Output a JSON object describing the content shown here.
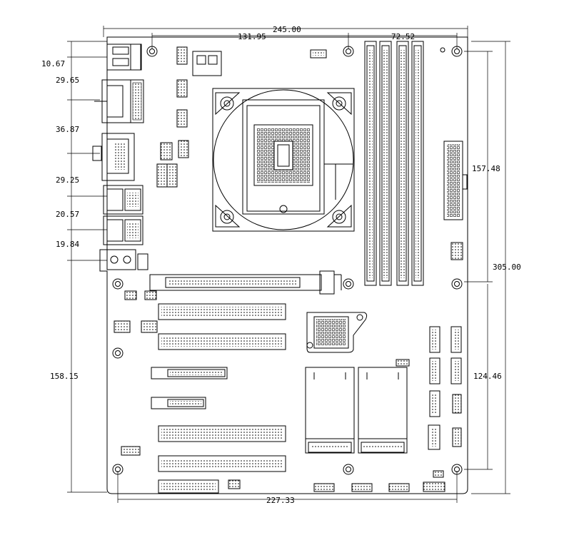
{
  "drawing": {
    "dimensions": {
      "top_width": "245.00",
      "top_mid": "131.95",
      "top_right": "72.52",
      "left_1": "10.67",
      "left_2": "29.65",
      "left_3": "36.87",
      "left_4": "29.25",
      "left_5": "20.57",
      "left_6": "19.84",
      "left_bottom": "158.15",
      "right_upper": "157.48",
      "right_total": "305.00",
      "right_lower": "124.46",
      "bottom_width": "227.33"
    }
  }
}
